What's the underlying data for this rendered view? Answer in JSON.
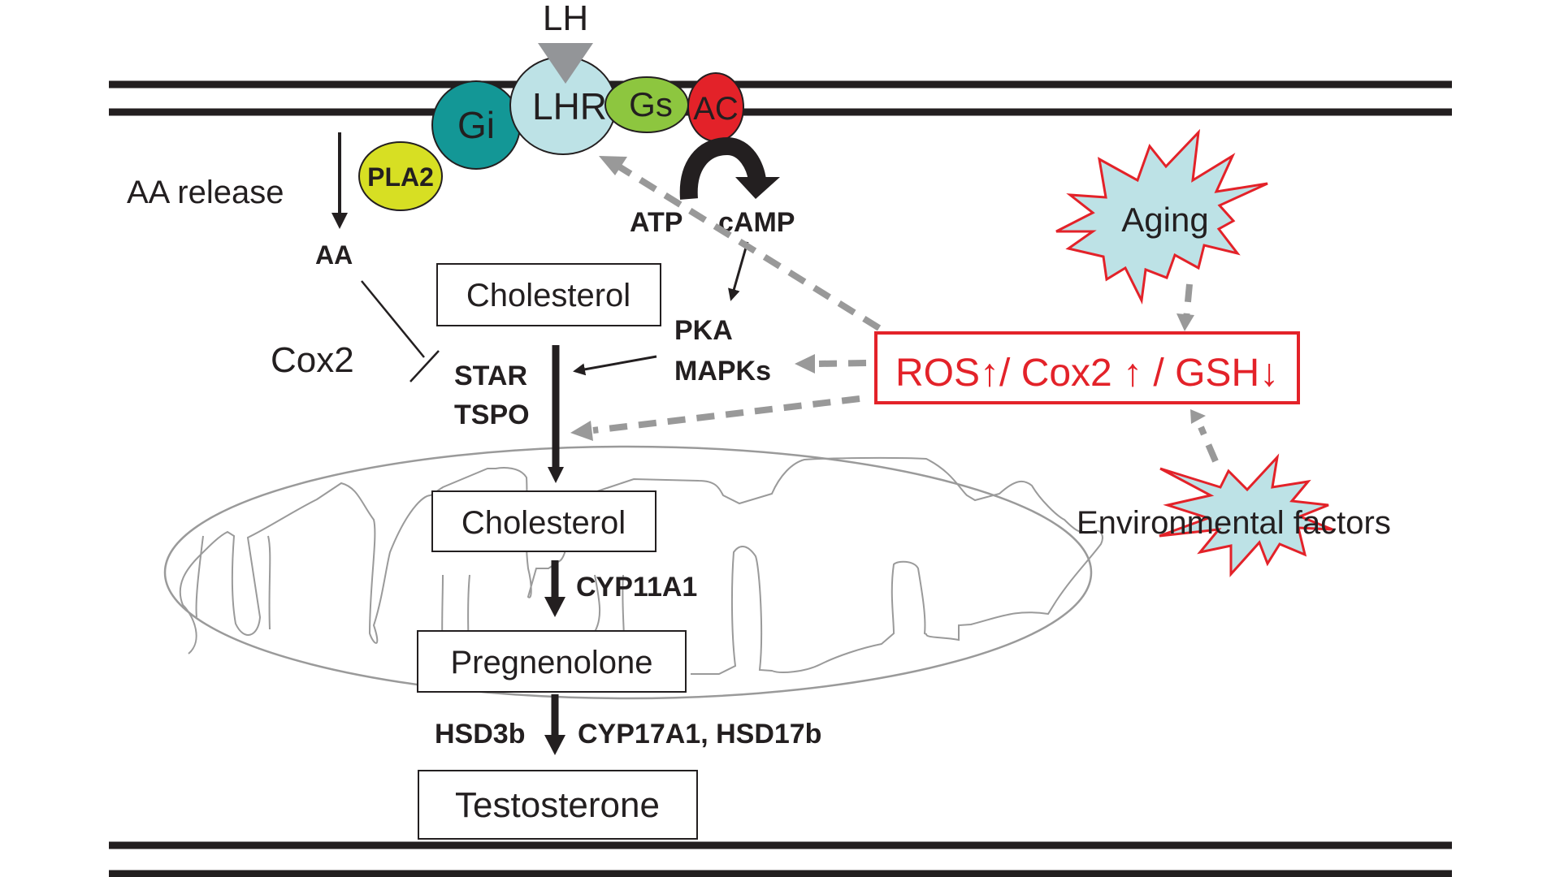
{
  "colors": {
    "gi": "#139796",
    "lhr": "#bde2e6",
    "gs": "#8dc63f",
    "ac": "#e32229",
    "pla2": "#d7df23",
    "starburst_fill": "#bde2e6",
    "starburst_stroke": "#e32229",
    "ros_text": "#e32229",
    "dashed_arrow": "#999999",
    "lh_triangle": "#939598"
  },
  "membrane": {
    "ligand": "LH",
    "receptor": "LHR",
    "proteins": {
      "gi": "Gi",
      "gs": "Gs",
      "ac": "AC",
      "pla2": "PLA2"
    }
  },
  "labels": {
    "aa_release": "AA release",
    "aa": "AA",
    "cox2": "Cox2",
    "atp": "ATP",
    "camp": "cAMP",
    "pka": "PKA",
    "mapks": "MAPKs",
    "star": "STAR",
    "tspo": "TSPO",
    "cyp11a1": "CYP11A1",
    "hsd3b": "HSD3b",
    "cyp17a1_hsd17b": "CYP17A1, HSD17b"
  },
  "boxes": {
    "cholesterol_cytoplasm": "Cholesterol",
    "cholesterol_mito": "Cholesterol",
    "pregnenolone": "Pregnenolone",
    "testosterone": "Testosterone"
  },
  "stress": {
    "ros_box": "ROS↑/ Cox2 ↑ / GSH↓",
    "aging": "Aging",
    "environmental": "Environmental factors"
  }
}
